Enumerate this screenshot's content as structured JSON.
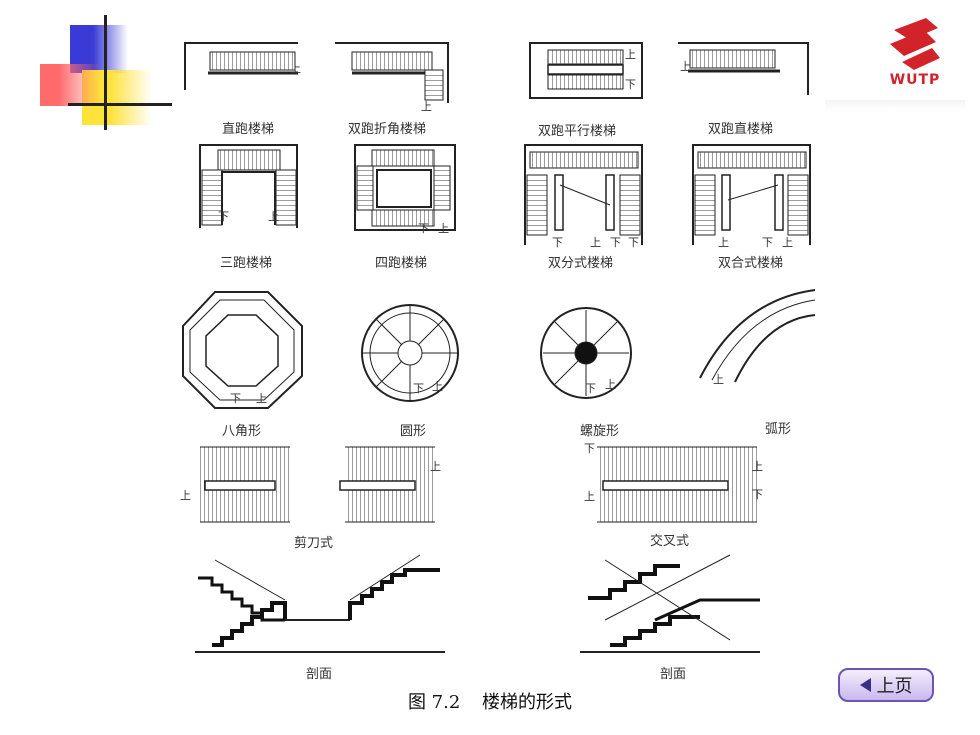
{
  "labels": {
    "straight": "直跑楼梯",
    "folded": "双跑折角楼梯",
    "parallel": "双跑平行楼梯",
    "double_straight": "双跑直楼梯",
    "three_run": "三跑楼梯",
    "four_run": "四跑楼梯",
    "split": "双分式楼梯",
    "combined": "双合式楼梯",
    "octagon": "八角形",
    "circular": "圆形",
    "spiral": "螺旋形",
    "arc": "弧形",
    "scissor": "剪刀式",
    "cross": "交叉式",
    "section_left": "剖面",
    "section_right": "剖面"
  },
  "marks": {
    "up": "上",
    "down": "下"
  },
  "caption": {
    "number": "图 7.2",
    "title": "楼梯的形式"
  },
  "nav": {
    "prev_label": "上页"
  },
  "logo": {
    "text": "WUTP"
  },
  "colors": {
    "deco_blue": "#3a3ad6",
    "deco_yellow": "#ffe23a",
    "deco_red": "#ff6a6a",
    "logo_red": "#d2232a"
  }
}
